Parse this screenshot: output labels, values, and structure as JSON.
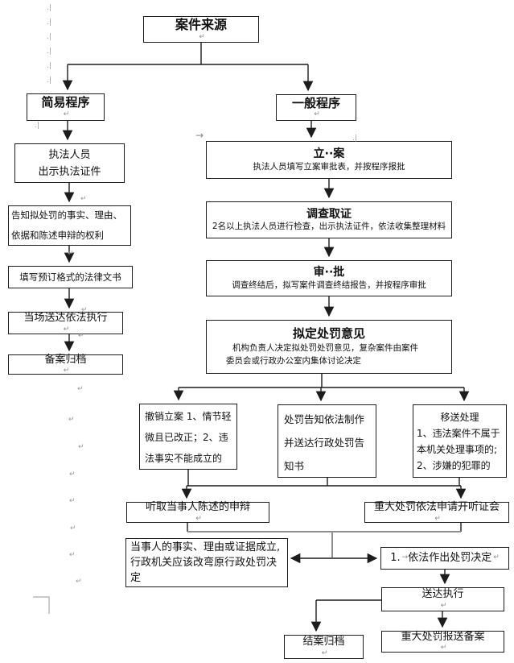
{
  "marks": {
    "return": "↵",
    "para": ".|",
    "tab_arrow": "→"
  },
  "colors": {
    "line": "#1c1c1c",
    "gray_line": "#8f8f8f",
    "mark": "#9a9a9a",
    "background": "#ffffff"
  },
  "nodes": {
    "case_source": {
      "title": "案件来源"
    },
    "simple_procedure": {
      "title": "简易程序"
    },
    "general_procedure": {
      "title": "一般程序"
    },
    "enforcement_personnel": {
      "line1": "执法人员",
      "line2": "出示执法证件"
    },
    "inform_rights": {
      "text": "告知拟处罚的事实、理由、依据和陈述申辩的权利"
    },
    "fill_documents": {
      "text": "填写预订格式的法律文书"
    },
    "onsite_delivery": {
      "text": "当场送达依法执行"
    },
    "filing_record": {
      "text": "备案归档"
    },
    "file_case": {
      "title": "立··案",
      "subtitle": "执法人员填写立案审批表，并按程序报批"
    },
    "investigation": {
      "title": "调查取证",
      "subtitle": "2名以上执法人员进行检查，出示执法证件，依法收集整理材料"
    },
    "approval": {
      "title": "审··批",
      "subtitle": "调查终结后，拟写案件调查终结报告，并按程序审批"
    },
    "draft_penalty": {
      "title": "拟定处罚意见",
      "subtitle1": "机构负责人决定拟处罚处罚意见，复杂案件由案件",
      "subtitle2": "委员会或行政办公室内集体讨论决定"
    },
    "withdraw_case": {
      "text": "撤销立案 1、情节轻微且已改正；2、违法事实不能成立的"
    },
    "penalty_notice": {
      "text": "处罚告知依法制作并送达行政处罚告知书"
    },
    "transfer": {
      "line1": "移送处理",
      "line2": "1、违法案件不属于",
      "line3": "本机关处理事项的;",
      "line4": "2、涉嫌的犯罪的"
    },
    "hear_statement": {
      "text": "听取当事人陈述的申辩"
    },
    "major_hearing": {
      "text": "重大处罚依法申请开听证会"
    },
    "party_facts": {
      "text": "当事人的事实、理由或证据成立,行政机关应该改弯原行政处罚决定"
    },
    "make_decision": {
      "prefix": "1.",
      "text": "依法作出处罚决定"
    },
    "delivery_execution": {
      "text": "送达执行"
    },
    "close_file": {
      "text": "结案归档"
    },
    "major_report": {
      "text": "重大处罚报送备案"
    }
  }
}
